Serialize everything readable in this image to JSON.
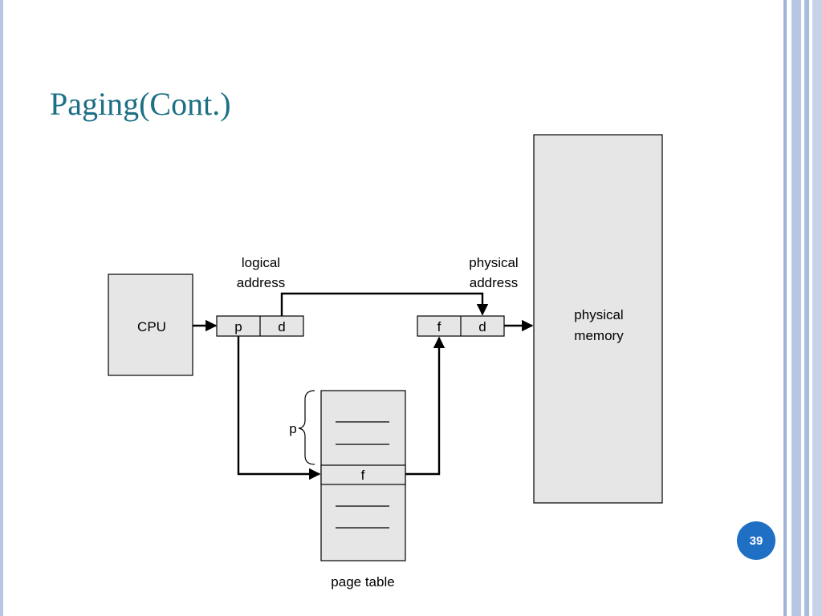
{
  "slide": {
    "title": "Paging(Cont.)",
    "number": "39"
  },
  "diagram": {
    "cpu_label": "CPU",
    "logical_address_line1": "logical",
    "logical_address_line2": "address",
    "physical_address_line1": "physical",
    "physical_address_line2": "address",
    "physical_memory_line1": "physical",
    "physical_memory_line2": "memory",
    "page_number_cell": "p",
    "offset_cell": "d",
    "frame_cell": "f",
    "phys_offset_cell": "d",
    "page_brace_label": "p",
    "page_table_frame_entry": "f",
    "page_table_label": "page table"
  }
}
